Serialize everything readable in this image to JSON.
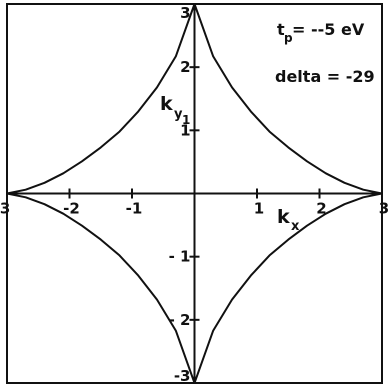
{
  "chart_data": {
    "type": "line",
    "title": "",
    "xlabel": "k",
    "xlabel_sub": "x",
    "ylabel": "k",
    "ylabel_sub": "y",
    "ylabel_sub2": "1",
    "xlim": [
      -3,
      3
    ],
    "ylim": [
      -3,
      3
    ],
    "grid": false,
    "x_ticks": [
      -3,
      -2,
      -1,
      1,
      2,
      3
    ],
    "y_ticks": [
      -3,
      -2,
      -1,
      1,
      2,
      3
    ],
    "x_tick_labels": {
      "neg3": "-3",
      "neg2": "-2",
      "neg1": "-1",
      "pos1": "1",
      "pos2": "2",
      "pos3": "3"
    },
    "y_tick_labels": {
      "neg3": "-3",
      "neg2": "- 2",
      "neg1": "- 1",
      "pos1": "1",
      "pos2": "2",
      "pos3": "3"
    },
    "annotations": {
      "tp_main": "t",
      "tp_sub": "p",
      "tp_value": "= --5 eV",
      "delta": "delta = -29"
    },
    "series": [
      {
        "x": [
          0,
          0.3,
          0.6,
          0.9,
          1.2,
          1.5,
          1.8,
          2.1,
          2.4,
          2.7,
          3.0
        ],
        "y": [
          3.0,
          2.17,
          1.68,
          1.3,
          0.98,
          0.73,
          0.51,
          0.32,
          0.17,
          0.06,
          0.0
        ]
      }
    ]
  }
}
